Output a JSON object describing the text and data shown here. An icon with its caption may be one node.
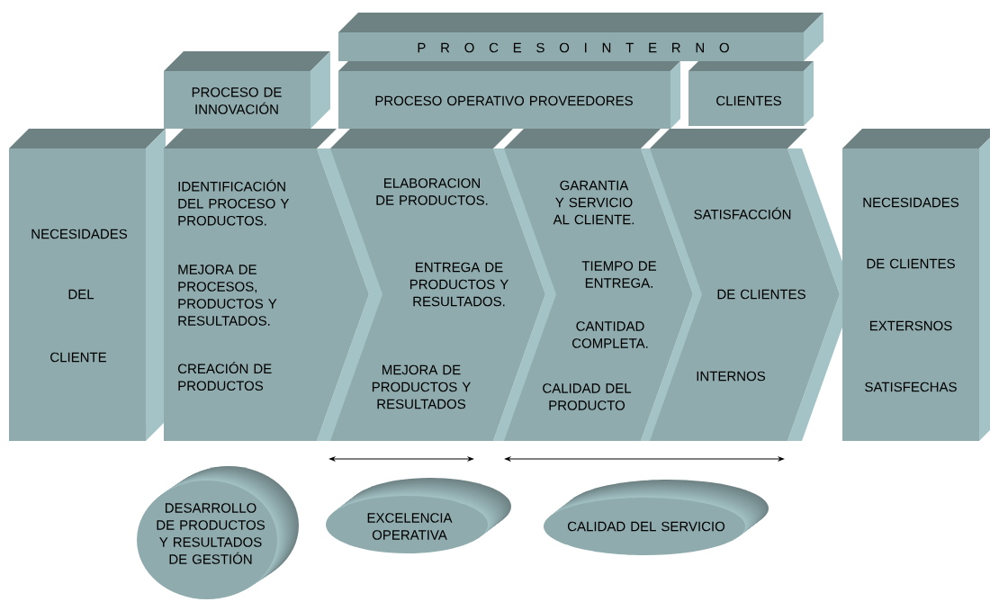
{
  "diagram": {
    "nodes": [
      {
        "text": [
          "P R O C E S O I N T E R N O"
        ]
      },
      {
        "text": [
          "PROCESO DE INNOVACIÓN"
        ]
      },
      {
        "text": [
          "PROCESO OPERATIVO PROVEEDORES"
        ]
      },
      {
        "text": [
          "CLIENTES"
        ]
      },
      {
        "text": [
          "NECESIDADES",
          "DEL",
          "CLIENTE"
        ]
      },
      {
        "text": [
          "IDENTIFICACIÓN DEL PROCESO Y PRODUCTOS.",
          "MEJORA DE PROCESOS, PRODUCTOS Y RESULTADOS.",
          "CREACIÓN DE PRODUCTOS"
        ]
      },
      {
        "text": [
          "ELABORACION DE PRODUCTOS.",
          "ENTREGA DE PRODUCTOS Y RESULTADOS.",
          "MEJORA DE PRODUCTOS Y RESULTADOS"
        ]
      },
      {
        "text": [
          "GARANTIA Y SERVICIO AL CLIENTE.",
          "TIEMPO DE ENTREGA.",
          "CANTIDAD COMPLETA.",
          "CALIDAD DEL PRODUCTO"
        ]
      },
      {
        "text": [
          "SATISFACCIÓN",
          "DE CLIENTES",
          "INTERNOS"
        ]
      },
      {
        "text": [
          "NECESIDADES",
          "DE CLIENTES",
          "EXTERSNOS",
          "SATISFECHAS"
        ]
      },
      {
        "text": [
          "DESARROLLO DE PRODUCTOS Y RESULTADOS DE GESTIÓN"
        ]
      },
      {
        "text": [
          "EXCELENCIA OPERATIVA"
        ]
      },
      {
        "text": [
          "CALIDAD DEL SERVICIO"
        ]
      }
    ]
  }
}
